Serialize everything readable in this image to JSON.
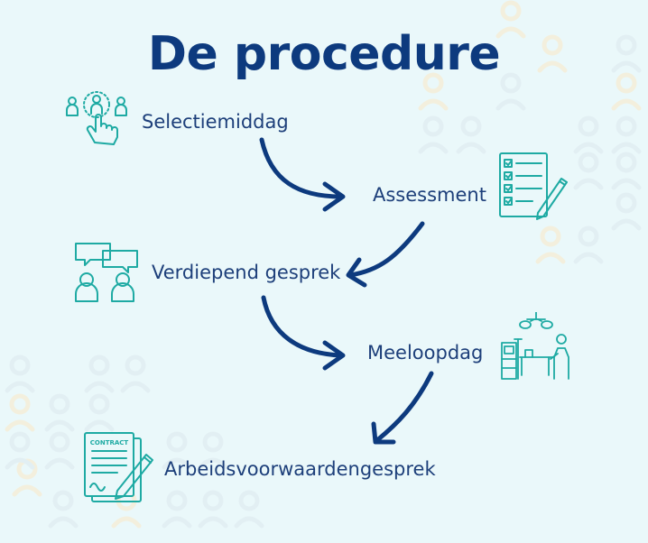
{
  "title": "De procedure",
  "steps": [
    {
      "label": "Selectiemiddag",
      "icon": "selection-hand-icon"
    },
    {
      "label": "Assessment",
      "icon": "checklist-icon"
    },
    {
      "label": "Verdiepend gesprek",
      "icon": "conversation-icon"
    },
    {
      "label": "Meeloopdag",
      "icon": "hospital-room-icon"
    },
    {
      "label": "Arbeidsvoorwaardengesprek",
      "icon": "contract-icon"
    }
  ],
  "contract_icon_text": "CONTRACT",
  "colors": {
    "background": "#eaf8fa",
    "title": "#0d3a7e",
    "arrow": "#0d3a7e",
    "icon": "#1eaaa3"
  }
}
